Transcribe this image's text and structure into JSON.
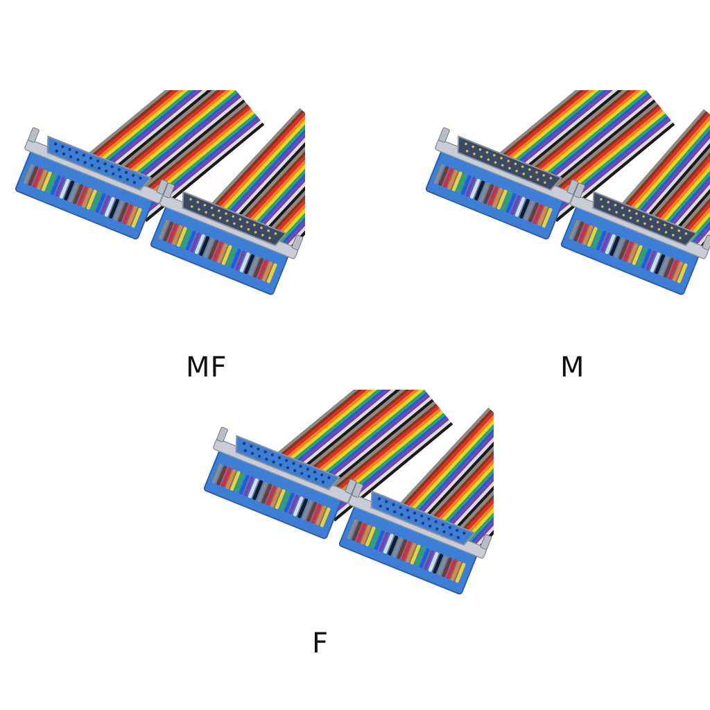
{
  "products": [
    {
      "id": "mf",
      "caption": "MF",
      "left_connector": "female",
      "right_connector": "male"
    },
    {
      "id": "m",
      "caption": "M",
      "left_connector": "male",
      "right_connector": "male"
    },
    {
      "id": "f",
      "caption": "F",
      "left_connector": "female",
      "right_connector": "female"
    }
  ],
  "colors": {
    "connector_body": "#3d7fd6",
    "connector_dark": "#2a5fae",
    "shell_metal": "#c9ced6",
    "wire_colors": [
      "#8a8a8a",
      "#7a3b1c",
      "#e8272b",
      "#f58220",
      "#f6d21a",
      "#2fa84f",
      "#1f5fd1",
      "#7b3fb0",
      "#dcdcdc",
      "#1a1a1a"
    ]
  }
}
